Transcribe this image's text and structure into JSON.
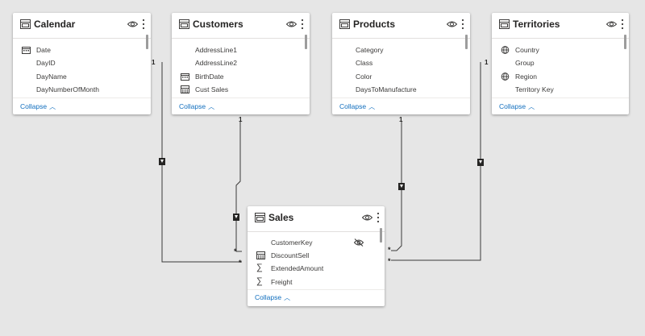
{
  "tables": [
    {
      "name": "Calendar",
      "fields": [
        {
          "label": "Date",
          "icon": "calendar-icon"
        },
        {
          "label": "DayID",
          "icon": ""
        },
        {
          "label": "DayName",
          "icon": ""
        },
        {
          "label": "DayNumberOfMonth",
          "icon": ""
        }
      ],
      "collapse_label": "Collapse"
    },
    {
      "name": "Customers",
      "fields": [
        {
          "label": "AddressLine1",
          "icon": ""
        },
        {
          "label": "AddressLine2",
          "icon": ""
        },
        {
          "label": "BirthDate",
          "icon": "calendar-icon"
        },
        {
          "label": "Cust Sales",
          "icon": "calculator-icon"
        }
      ],
      "collapse_label": "Collapse"
    },
    {
      "name": "Products",
      "fields": [
        {
          "label": "Category",
          "icon": ""
        },
        {
          "label": "Class",
          "icon": ""
        },
        {
          "label": "Color",
          "icon": ""
        },
        {
          "label": "DaysToManufacture",
          "icon": ""
        }
      ],
      "collapse_label": "Collapse"
    },
    {
      "name": "Territories",
      "fields": [
        {
          "label": "Country",
          "icon": "globe-icon"
        },
        {
          "label": "Group",
          "icon": ""
        },
        {
          "label": "Region",
          "icon": "globe-icon"
        },
        {
          "label": "Territory Key",
          "icon": ""
        }
      ],
      "collapse_label": "Collapse"
    },
    {
      "name": "Sales",
      "fields": [
        {
          "label": "CustomerKey",
          "icon": "",
          "hidden": true
        },
        {
          "label": "DiscountSell",
          "icon": "calculator-icon"
        },
        {
          "label": "ExtendedAmount",
          "icon": "sigma-icon"
        },
        {
          "label": "Freight",
          "icon": "sigma-icon"
        }
      ],
      "collapse_label": "Collapse"
    }
  ],
  "relationships": [
    {
      "from": "Calendar",
      "to": "Sales",
      "one_label": "1",
      "many_label": "*"
    },
    {
      "from": "Customers",
      "to": "Sales",
      "one_label": "1",
      "many_label": "*"
    },
    {
      "from": "Products",
      "to": "Sales",
      "one_label": "1",
      "many_label": "*"
    },
    {
      "from": "Territories",
      "to": "Sales",
      "one_label": "1",
      "many_label": "*"
    }
  ],
  "colors": {
    "canvas": "#e6e6e6",
    "link": "#106ebe",
    "line": "#3b3a39"
  }
}
